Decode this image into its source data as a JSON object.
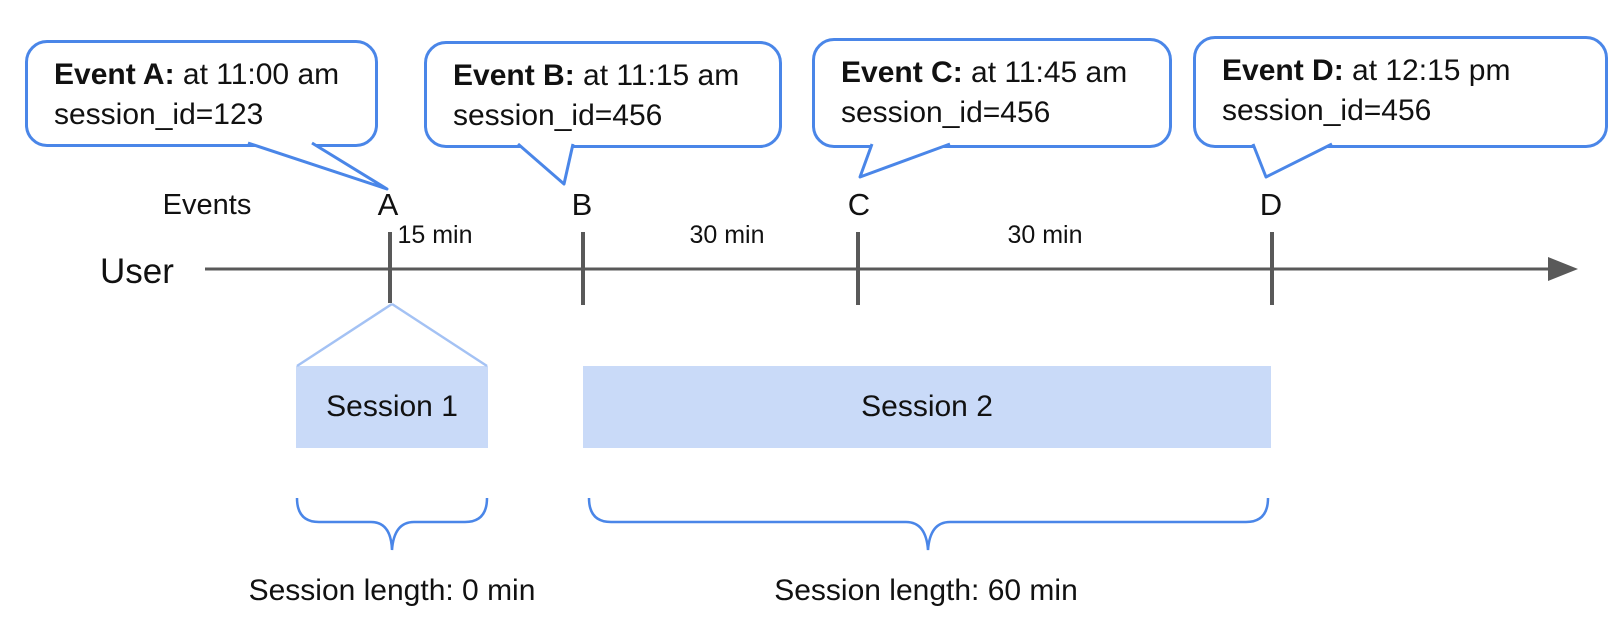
{
  "diagram": {
    "title_context": "User sessions timeline",
    "events_label": "Events",
    "user_label": "User",
    "callouts": [
      {
        "bold": "Event A:",
        "rest": " at 11:00 am",
        "line2": "session_id=123"
      },
      {
        "bold": "Event B:",
        "rest": " at 11:15 am",
        "line2": "session_id=456"
      },
      {
        "bold": "Event C:",
        "rest": " at 11:45 am",
        "line2": "session_id=456"
      },
      {
        "bold": "Event D:",
        "rest": " at 12:15 pm",
        "line2": "session_id=456"
      }
    ],
    "event_markers": [
      "A",
      "B",
      "C",
      "D"
    ],
    "intervals": [
      "15 min",
      "30 min",
      "30 min"
    ],
    "sessions": [
      {
        "label": "Session 1",
        "length_label": "Session length: 0 min"
      },
      {
        "label": "Session 2",
        "length_label": "Session length: 60 min"
      }
    ],
    "colors": {
      "accent_blue": "#4a86e8",
      "session_fill": "#c9daf8",
      "funnel_line": "#a4c2f4",
      "timeline_gray": "#595959"
    }
  }
}
